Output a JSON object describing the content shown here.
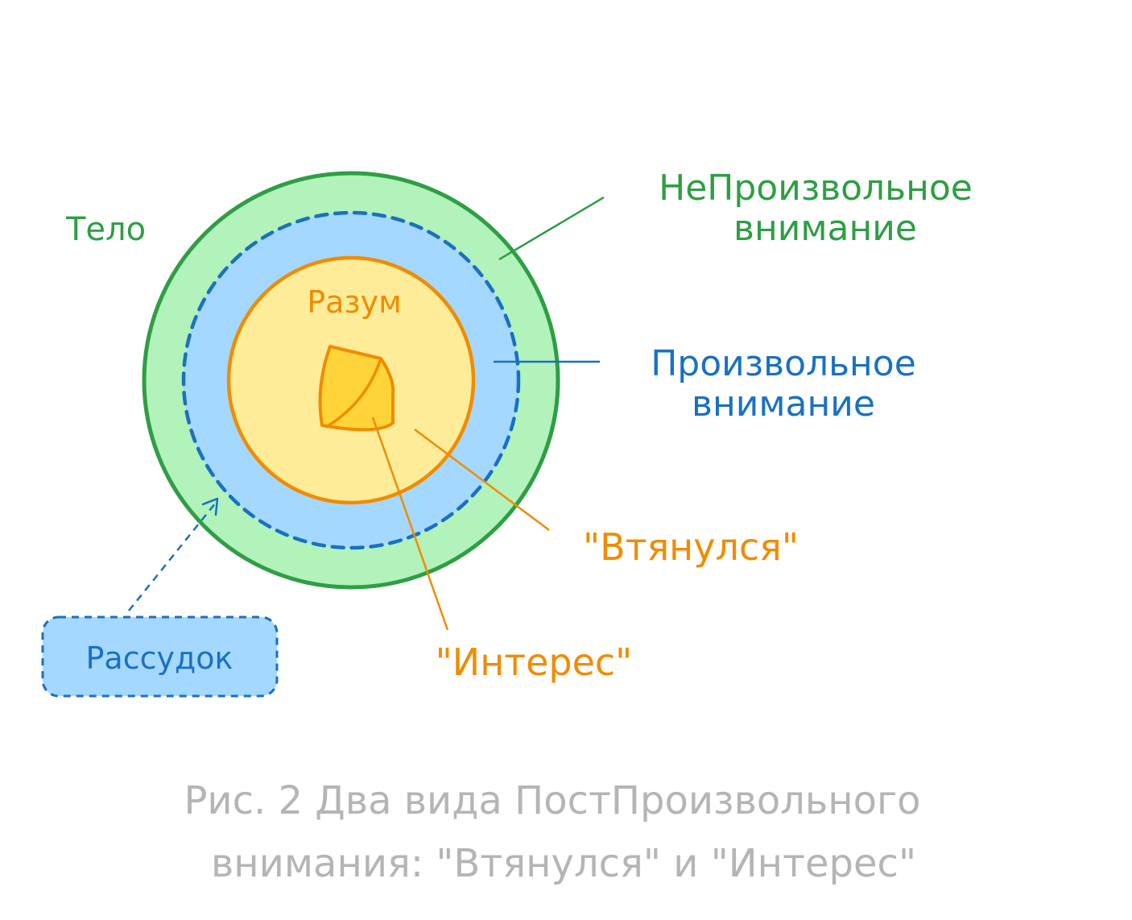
{
  "labels": {
    "body": "Тело",
    "mind": "Разум",
    "involuntary_line1": "НеПроизвольное",
    "involuntary_line2": "внимание",
    "voluntary_line1": "Произвольное",
    "voluntary_line2": "внимание",
    "pulled_in": "\"Втянулся\"",
    "interest": "\"Интерес\"",
    "reason": "Рассудок"
  },
  "caption": {
    "line1": "Рис. 2 Два вида ПостПроизвольного",
    "line2": "внимания: \"Втянулся\" и \"Интерес\""
  },
  "colors": {
    "green_stroke": "#2f9e44",
    "green_fill": "#b2f2bb",
    "blue_stroke": "#1971c2",
    "blue_fill": "#a5d8ff",
    "orange_stroke": "#f08c00",
    "yellow_fill": "#ffec99",
    "core_fill": "#ffd43b",
    "caption_gray": "#b5b5b5"
  }
}
